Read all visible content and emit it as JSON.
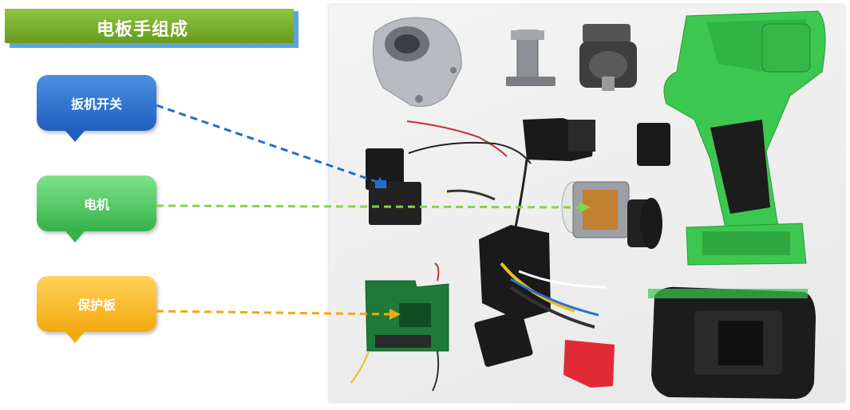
{
  "title": "电板手组成",
  "callouts": [
    {
      "label": "扳机开关",
      "color": "#1f5fc0"
    },
    {
      "label": "电机",
      "color": "#36b24a"
    },
    {
      "label": "保护板",
      "color": "#f2a90e"
    }
  ],
  "colors": {
    "title_bar": "#6a9a1f",
    "title_shadow": "#5aa6d6",
    "tool_green": "#3cc850",
    "tool_black": "#1c1c1c",
    "pcb_green": "#1e7a3a",
    "red_part": "#e02b36"
  }
}
